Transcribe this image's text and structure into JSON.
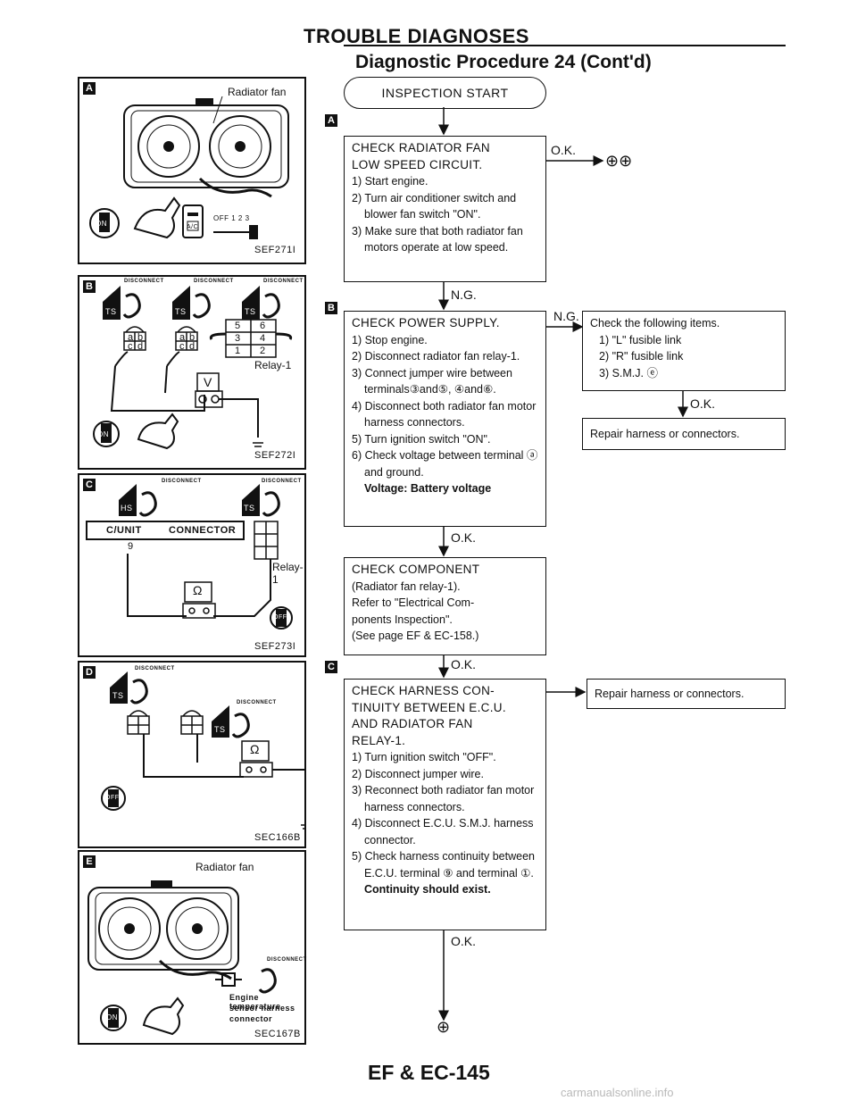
{
  "header": {
    "title": "TROUBLE DIAGNOSES",
    "subtitle": "Diagnostic Procedure 24 (Cont'd)"
  },
  "panels": {
    "a": {
      "label": "A",
      "code": "SEF271I",
      "radiator_fan": "Radiator fan",
      "switch_scale": "OFF 1 2 3",
      "ac": "A/C",
      "key": "ON"
    },
    "b": {
      "label": "B",
      "code": "SEF272I",
      "relay": "Relay-1",
      "disconnect": "DISCONNECT",
      "ts": "TS",
      "meter": "V",
      "terminals": [
        "a",
        "b",
        "c",
        "d"
      ],
      "relay_pins": [
        "5",
        "6",
        "3",
        "4",
        "1",
        "2"
      ],
      "key": "ON"
    },
    "c": {
      "label": "C",
      "code": "SEF273I",
      "relay": "Relay-1",
      "disconnect": "DISCONNECT",
      "hs": "HS",
      "ts": "TS",
      "cunit": "C/UNIT",
      "connector": "CONNECTOR",
      "pin": "9",
      "meter": "Ω",
      "key": "OFF"
    },
    "d": {
      "label": "D",
      "code": "SEC166B",
      "disconnect": "DISCONNECT",
      "ts": "TS",
      "meter": "Ω",
      "key": "OFF"
    },
    "e": {
      "label": "E",
      "code": "SEC167B",
      "radiator_fan": "Radiator fan",
      "disconnect": "DISCONNECT",
      "sensor_l1": "Engine temperature",
      "sensor_l2": "sensor harness",
      "sensor_l3": "connector",
      "key": "ON"
    }
  },
  "flow": {
    "start": "INSPECTION START",
    "step_labels": [
      "A",
      "B",
      "C"
    ],
    "steps": [
      {
        "title_lines": [
          "CHECK RADIATOR FAN",
          "LOW SPEED CIRCUIT."
        ],
        "items": [
          "1) Start engine.",
          "2) Turn air conditioner switch and blower fan switch \"ON\".",
          "3) Make sure that both radiator fan motors operate at low speed."
        ]
      },
      {
        "title_lines": [
          "CHECK POWER SUPPLY."
        ],
        "items": [
          "1) Stop engine.",
          "2) Disconnect radiator fan relay-1.",
          "3) Connect jumper wire between terminals③and⑤, ④and⑥.",
          "4) Disconnect both radiator fan motor harness connectors.",
          "5) Turn ignition switch \"ON\".",
          "6) Check voltage between terminal ⓐ and ground."
        ],
        "bold": "Voltage: Battery voltage"
      },
      {
        "title_lines": [
          "CHECK COMPONENT"
        ],
        "items": [
          "(Radiator fan relay-1).",
          "Refer to \"Electrical Com-",
          "ponents Inspection\".",
          "(See page EF & EC-158.)"
        ]
      },
      {
        "title_lines": [
          "CHECK HARNESS CON-",
          "TINUITY BETWEEN E.C.U.",
          "AND RADIATOR FAN",
          "RELAY-1."
        ],
        "items": [
          "1) Turn ignition switch \"OFF\".",
          "2) Disconnect jumper wire.",
          "3) Reconnect both radiator fan motor harness connectors.",
          "4) Disconnect E.C.U. S.M.J. harness connector.",
          "5) Check harness continuity between E.C.U. terminal ⑨ and terminal ①."
        ],
        "bold": "Continuity should exist."
      }
    ],
    "ok": "O.K.",
    "ng": "N.G.",
    "connector_ok": "⊕⊕",
    "connector_end": "⊕",
    "check_items": {
      "title": "Check the following items.",
      "items": [
        "1) \"L\" fusible link",
        "2) \"R\" fusible link",
        "3) S.M.J. ⓔ"
      ]
    },
    "repair": "Repair harness or connectors."
  },
  "footer": {
    "page": "EF & EC-145",
    "watermark": "carmanualsonline.info"
  }
}
